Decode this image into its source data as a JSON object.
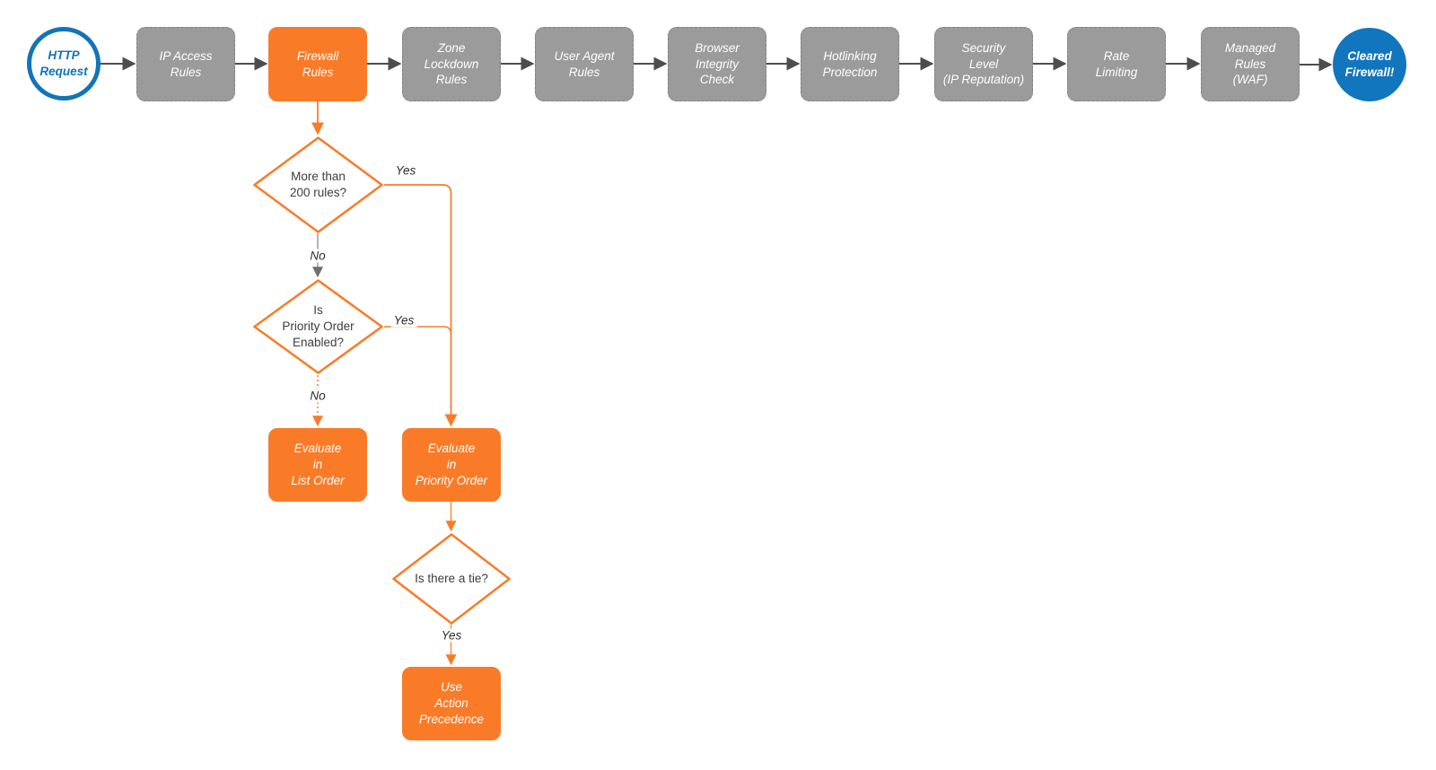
{
  "diagram": {
    "nodes": [
      {
        "id": "http-request",
        "label": "HTTP\nRequest",
        "type": "start-circle"
      },
      {
        "id": "ip-access-rules",
        "label": "IP Access\nRules",
        "type": "process"
      },
      {
        "id": "firewall-rules",
        "label": "Firewall\nRules",
        "type": "process-highlight"
      },
      {
        "id": "zone-lockdown-rules",
        "label": "Zone\nLockdown\nRules",
        "type": "process"
      },
      {
        "id": "user-agent-rules",
        "label": "User Agent\nRules",
        "type": "process"
      },
      {
        "id": "browser-integrity-check",
        "label": "Browser\nIntegrity\nCheck",
        "type": "process"
      },
      {
        "id": "hotlinking-protection",
        "label": "Hotlinking\nProtection",
        "type": "process"
      },
      {
        "id": "security-level",
        "label": "Security\nLevel\n(IP Reputation)",
        "type": "process"
      },
      {
        "id": "rate-limiting",
        "label": "Rate\nLimiting",
        "type": "process"
      },
      {
        "id": "managed-rules-waf",
        "label": "Managed\nRules\n(WAF)",
        "type": "process"
      },
      {
        "id": "cleared-firewall",
        "label": "Cleared\nFirewall!",
        "type": "end-circle"
      }
    ],
    "decisions": [
      {
        "id": "more-than-200-rules",
        "label": "More than\n200 rules?",
        "yes": "Yes",
        "no": "No"
      },
      {
        "id": "priority-order-enabled",
        "label": "Is\nPriority Order\nEnabled?",
        "yes": "Yes",
        "no": "No"
      },
      {
        "id": "is-there-a-tie",
        "label": "Is there a tie?",
        "yes": "Yes"
      }
    ],
    "actions": [
      {
        "id": "evaluate-list-order",
        "label": "Evaluate\nin\nList Order"
      },
      {
        "id": "evaluate-priority-order",
        "label": "Evaluate\nin\nPriority Order"
      },
      {
        "id": "use-action-precedence",
        "label": "Use\nAction\nPrecedence"
      }
    ],
    "colors": {
      "accent_orange": "#f97b28",
      "process_gray": "#9b9b9b",
      "brand_blue": "#1274b8",
      "end_circle_blue": "#1176bd",
      "connector_gray": "#4d4d4d",
      "node_text": "#ffffff",
      "decision_text": "#3d3d3d",
      "background": "#ffffff"
    }
  }
}
